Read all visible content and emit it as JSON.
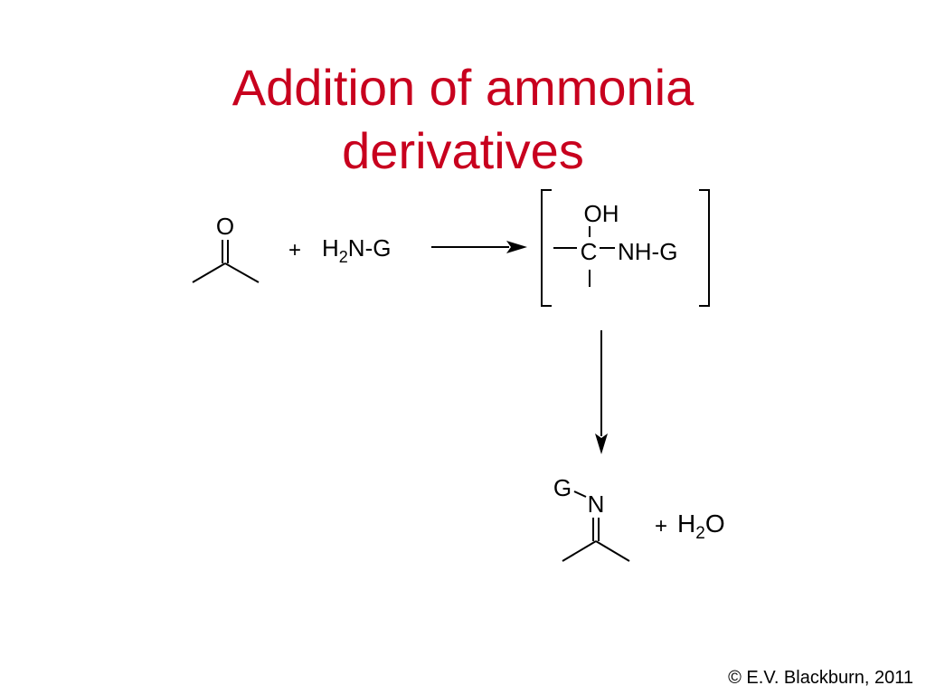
{
  "slide": {
    "title_line1": "Addition of ammonia",
    "title_line2": "derivatives",
    "title_color": "#c8001e",
    "copyright": "© E.V. Blackburn, 2011"
  },
  "reaction": {
    "ketone_oxygen": "O",
    "plus_1": "+",
    "reagent_h": "H",
    "reagent_sub": "2",
    "reagent_rest": "N-G",
    "intermediate_oh": "OH",
    "intermediate_c": "C",
    "intermediate_nhg": "NH-G",
    "product_g": "G",
    "product_n": "N",
    "plus_2": "+",
    "water_h": "H",
    "water_sub": "2",
    "water_o": "O"
  }
}
